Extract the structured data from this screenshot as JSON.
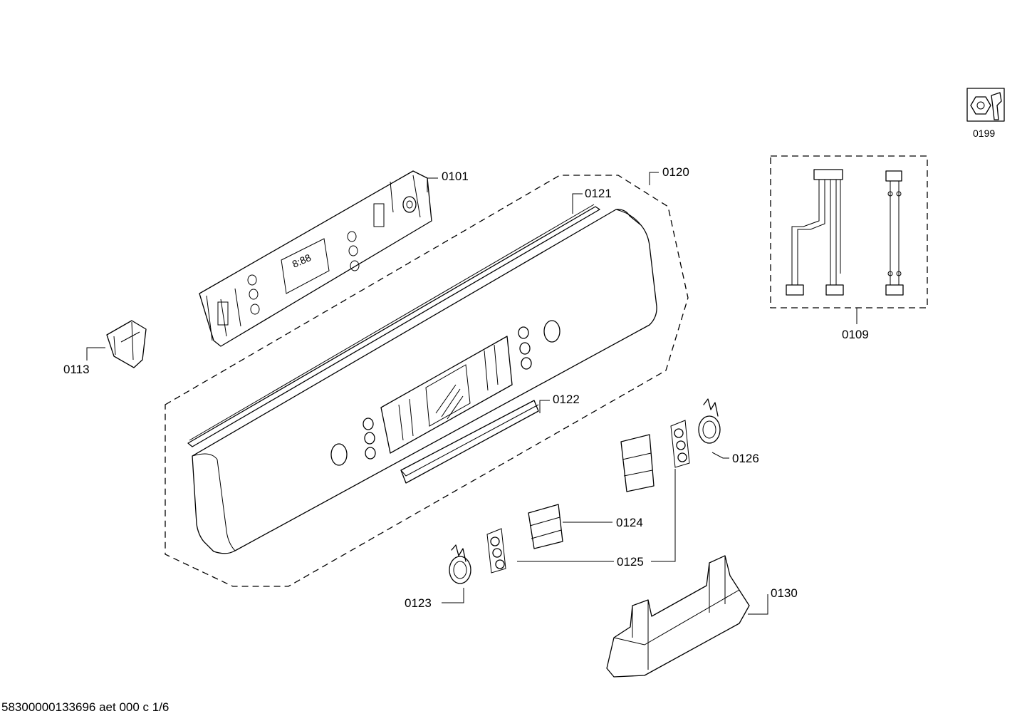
{
  "labels": {
    "p0101": "0101",
    "p0109": "0109",
    "p0113": "0113",
    "p0120": "0120",
    "p0121": "0121",
    "p0122": "0122",
    "p0123": "0123",
    "p0124": "0124",
    "p0125": "0125",
    "p0126": "0126",
    "p0130": "0130",
    "p0199": "0199"
  },
  "display_digits": "8:88",
  "document_id": "58300000133696 aet 000 c 1/6",
  "icons": {
    "service_kit": "nut-and-wrench-icon"
  }
}
